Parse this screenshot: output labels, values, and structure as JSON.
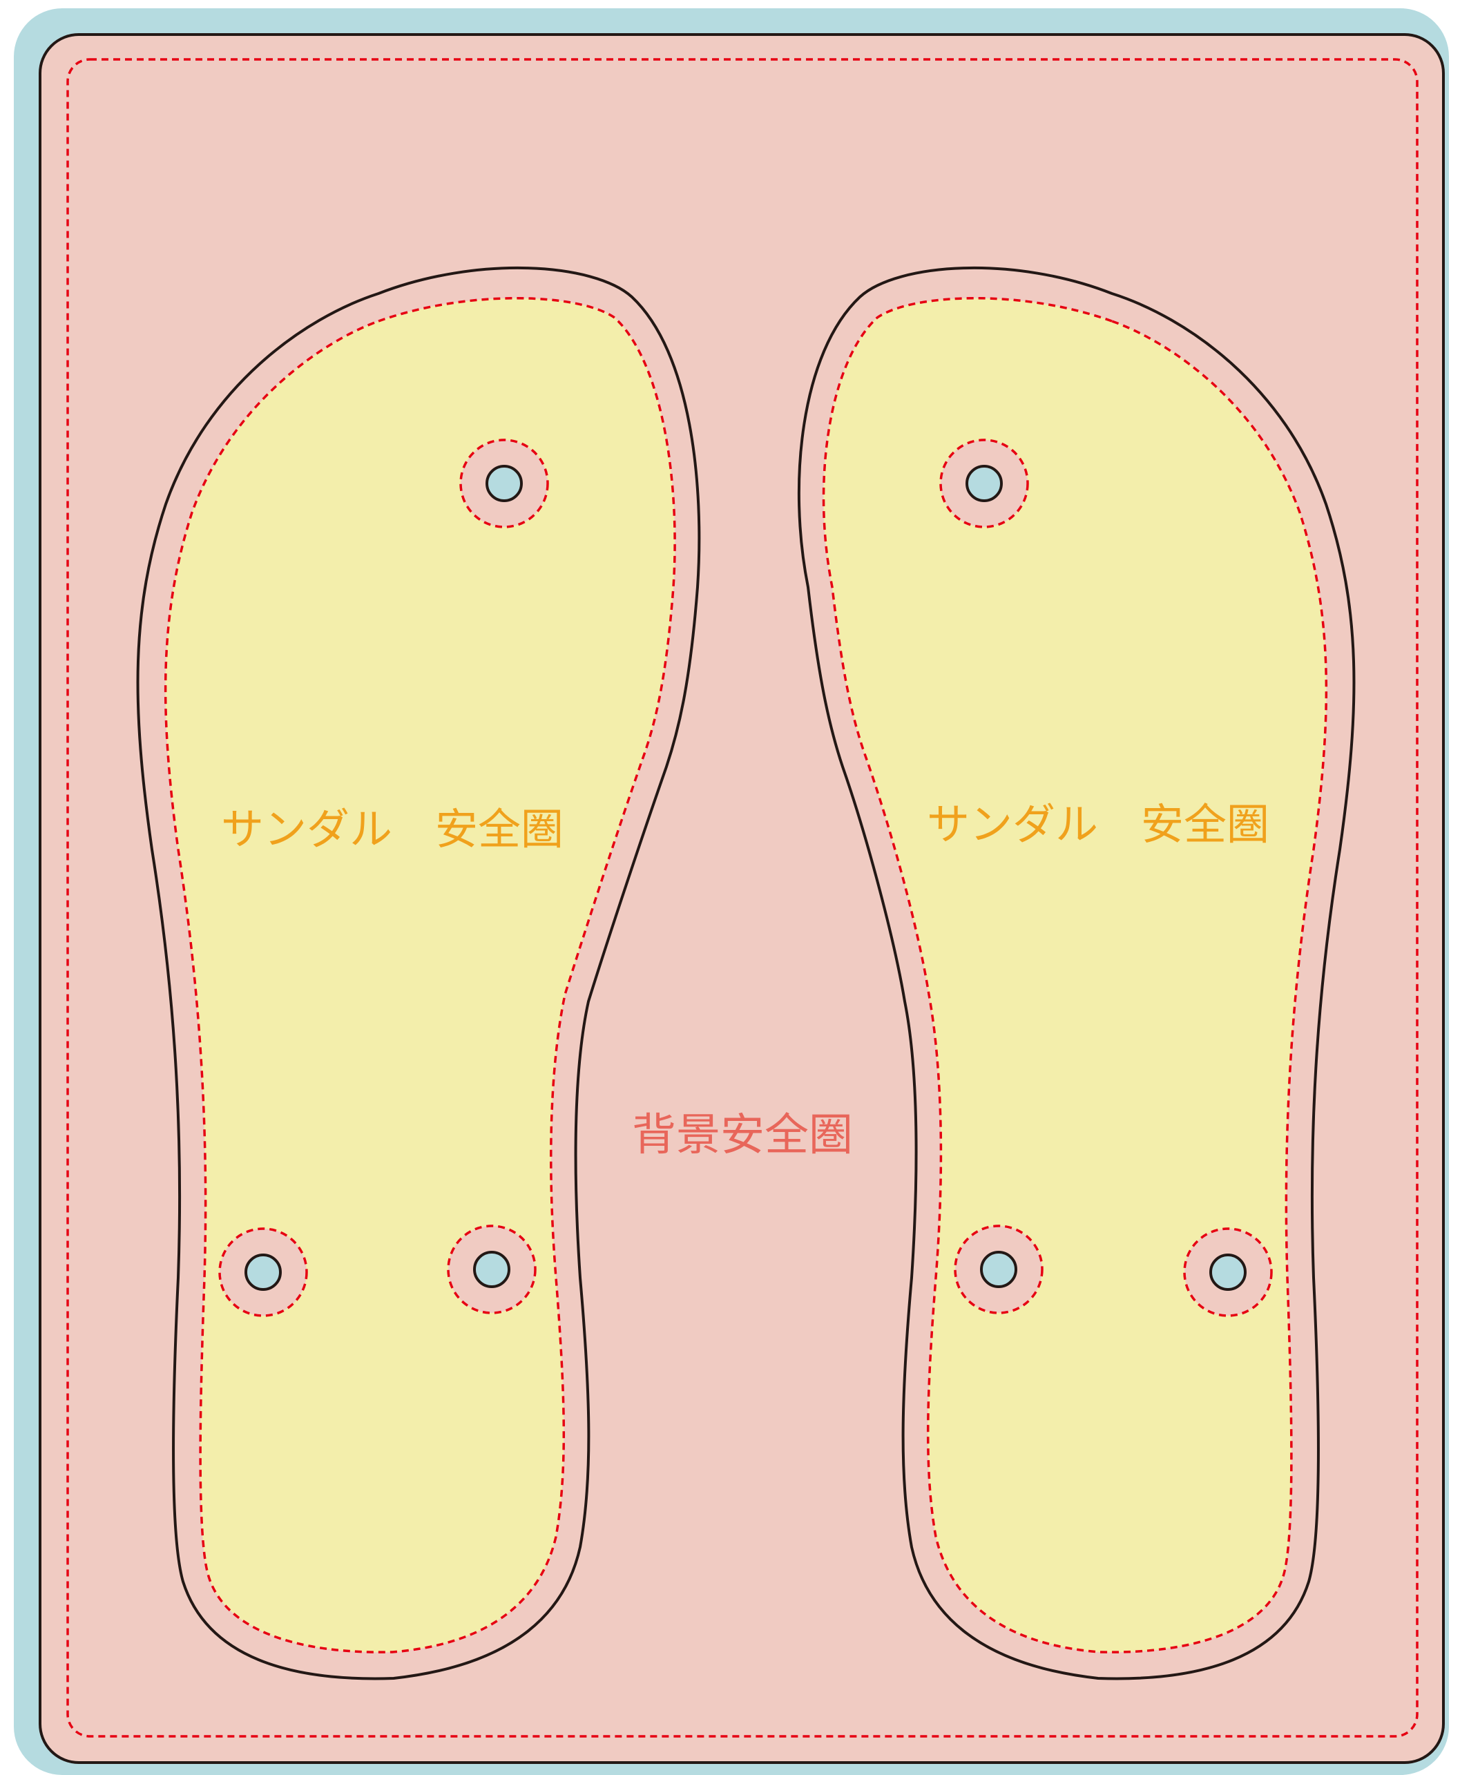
{
  "labels": {
    "sandal_left": "サンダル　安全圏",
    "sandal_right": "サンダル　安全圏",
    "background": "背景安全圏"
  },
  "colors": {
    "bleed": "#b5dbe0",
    "background_fill": "#f0cbc2",
    "sandal_fill": "#f3eeab",
    "hole_fill": "#b5dbe0",
    "cut_line": "#231815",
    "safe_line": "#e60012",
    "sandal_label": "#f0a11c",
    "background_label": "#e8665a"
  },
  "sandals": [
    {
      "name": "left-sandal",
      "holes": 3
    },
    {
      "name": "right-sandal",
      "holes": 3
    }
  ]
}
